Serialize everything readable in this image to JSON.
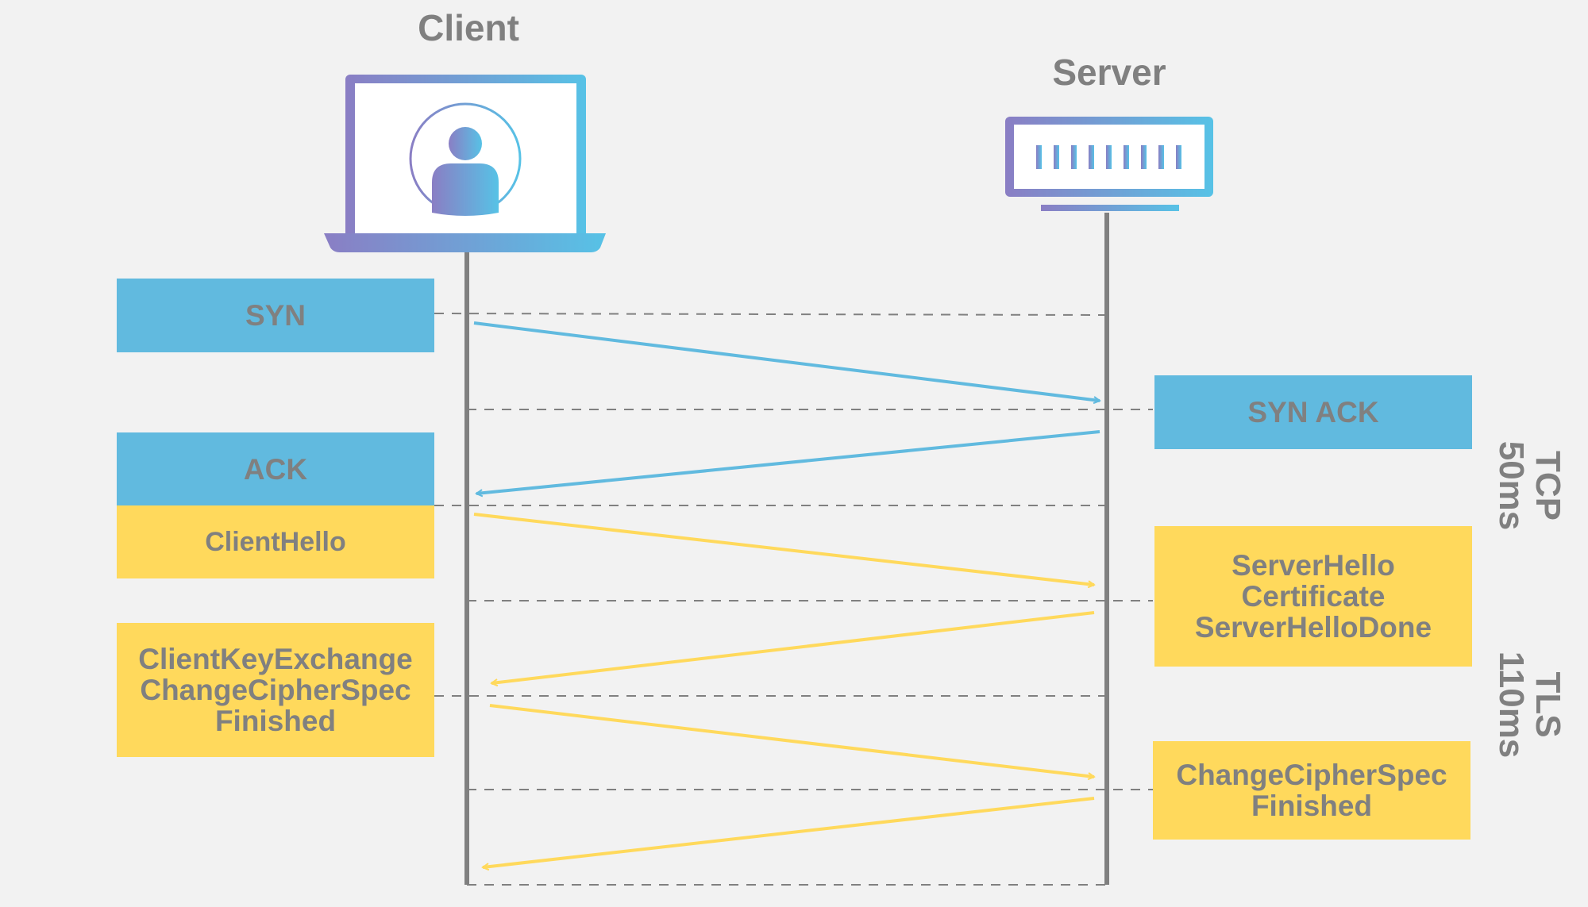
{
  "header": {
    "client_label": "Client",
    "server_label": "Server"
  },
  "messages": {
    "syn": "SYN",
    "syn_ack": "SYN ACK",
    "ack": "ACK",
    "client_hello": "ClientHello",
    "server_hello": [
      "ServerHello",
      "Certificate",
      "ServerHelloDone"
    ],
    "client_key_exchange": [
      "ClientKeyExchange",
      "ChangeCipherSpec",
      "Finished"
    ],
    "server_finish": [
      "ChangeCipherSpec",
      "Finished"
    ]
  },
  "phases": {
    "tcp": {
      "name": "TCP",
      "duration": "50ms"
    },
    "tls": {
      "name": "TLS",
      "duration": "110ms"
    }
  },
  "icons": [
    "laptop-client-icon",
    "user-icon",
    "server-rack-icon"
  ],
  "colors": {
    "tcp": "#61badf",
    "tls": "#ffd95c",
    "line": "#808080",
    "gradient_start": "#8a7ec4",
    "gradient_end": "#57c2e6"
  }
}
